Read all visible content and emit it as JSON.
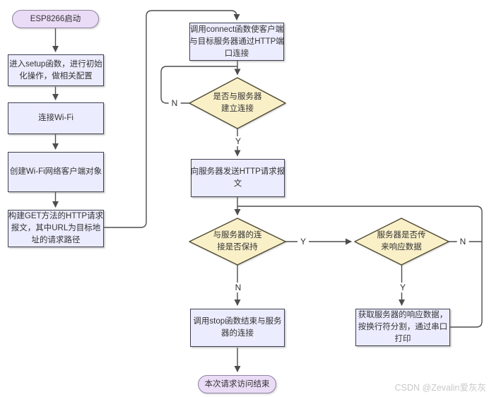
{
  "diagram": {
    "nodes": {
      "start": {
        "label": "ESP8266启动"
      },
      "setup": {
        "label": "进入setup函数，进行初始\n化操作，做相关配置"
      },
      "wifi": {
        "label": "连接Wi-Fi"
      },
      "client": {
        "label": "创建Wi-Fi网络客户端对象"
      },
      "build_get": {
        "label": "构建GET方法的HTTP请求\n报文，其中URL为目标地\n址的请求路径"
      },
      "connect": {
        "label": "调用connect函数使客户端\n与目标服务器通过HTTP端\n口连接"
      },
      "d_established": {
        "label": "是否与服务器\n建立连接"
      },
      "send": {
        "label": "向服务器发送HTTP请求报\n文"
      },
      "d_keep": {
        "label": "与服务器的连\n接是否保持"
      },
      "d_response": {
        "label": "服务器是否传\n来响应数据"
      },
      "read": {
        "label": "获取服务器的响应数据，\n按换行符分割，通过串口\n打印"
      },
      "stop": {
        "label": "调用stop函数结束与服务\n器的连接"
      },
      "end": {
        "label": "本次请求访问结束"
      }
    },
    "edge_labels": {
      "d1_no": "N",
      "d1_yes": "Y",
      "d2_yes": "Y",
      "d2_no": "N",
      "d3_no": "N",
      "d3_yes": "Y"
    },
    "colors": {
      "process_fill": "#ECECFF",
      "process_border": "#3f3f52",
      "decision_fill": "#FAF0C8",
      "decision_border": "#4d4a33",
      "terminal_fill": "#EADBF6",
      "terminal_border": "#8f84a0",
      "line": "#4d4d4d",
      "text": "#333333",
      "watermark_text": "#c9c9c9"
    }
  },
  "watermark": "CSDN @Zevalin爱灰灰"
}
